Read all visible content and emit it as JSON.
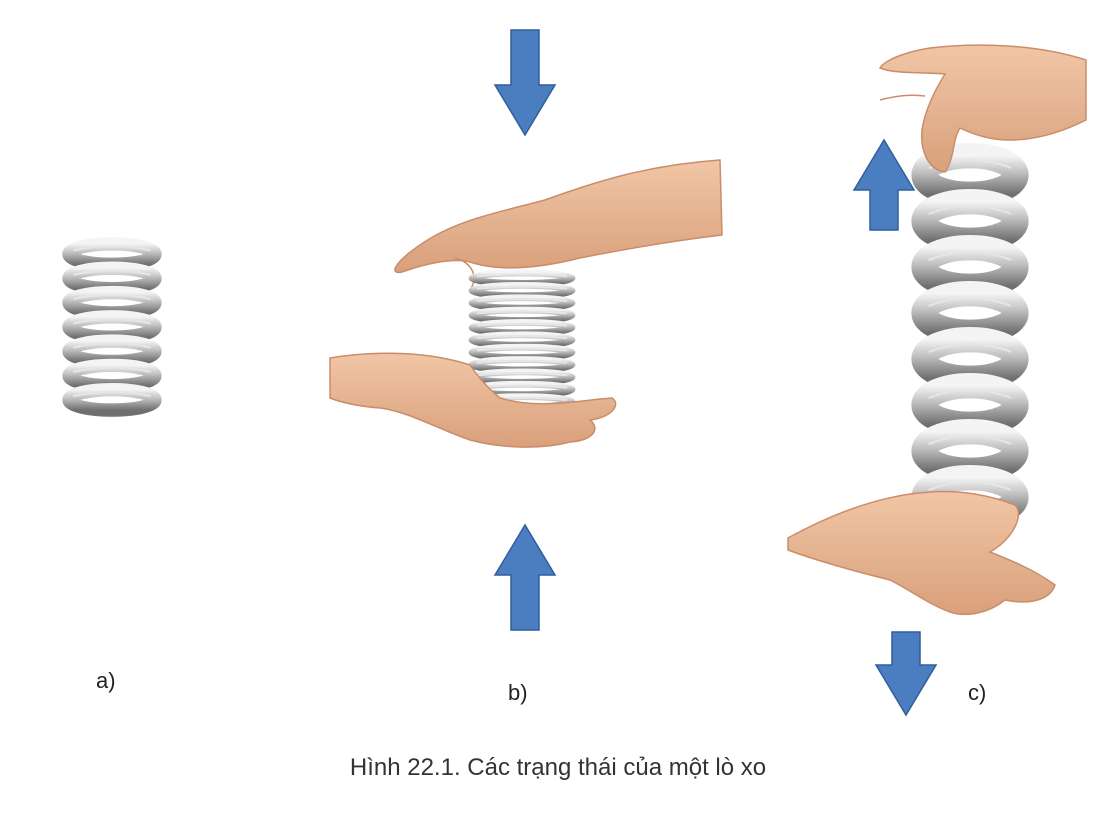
{
  "figure": {
    "caption": "Hình 22.1. Các trạng thái của một lò xo",
    "panels": [
      {
        "label": "a)",
        "state": "natural"
      },
      {
        "label": "b)",
        "state": "compressed"
      },
      {
        "label": "c)",
        "state": "stretched"
      }
    ],
    "colors": {
      "arrow": "#4a7ec0",
      "arrow_edge": "#2f5f9c",
      "skin": "#e9b895",
      "skin_shadow": "#c98d6a",
      "spring_light": "#e6e6e6",
      "spring_dark": "#7d7d7d"
    },
    "icons": [
      "spring-natural-icon",
      "spring-compressed-icon",
      "spring-stretched-icon",
      "hand-icon",
      "arrow-down-icon",
      "arrow-up-icon"
    ]
  }
}
